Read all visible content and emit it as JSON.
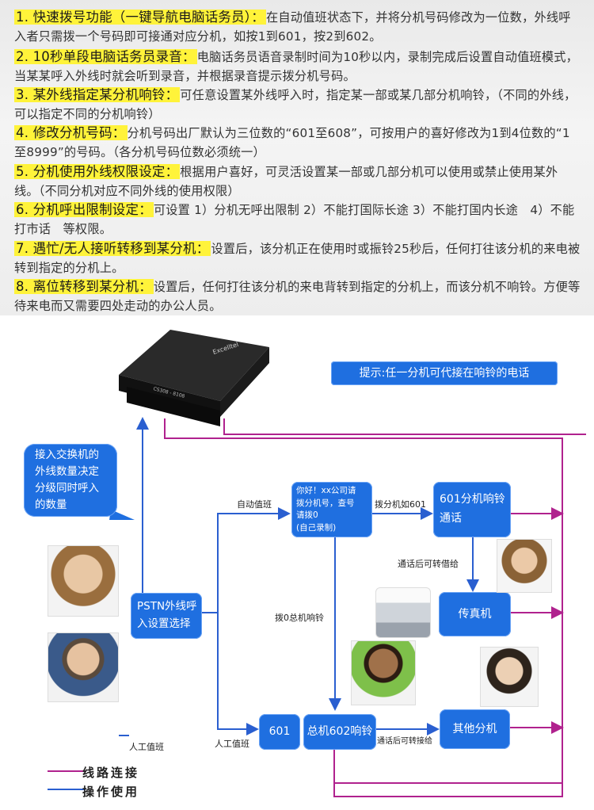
{
  "features": [
    {
      "title": "1. 快速拨号功能（一键导航电脑话务员）：",
      "text": "在自动值班状态下，并将分机号码修改为一位数，外线呼入者只需拨一个号码即可接通对应分机，如按1到601，按2到602。"
    },
    {
      "title": "2. 10秒单段电脑话务员录音：",
      "text": "电脑话务员语音录制时间为10秒以内，录制完成后设置自动值班模式，当某某呼入外线时就会听到录音，并根据录音提示拨分机号码。"
    },
    {
      "title": "3. 某外线指定某分机响铃：",
      "text": "可任意设置某外线呼入时，指定某一部或某几部分机响铃，（不同的外线，可以指定不同的分机响铃）"
    },
    {
      "title": "4. 修改分机号码：",
      "text": "分机号码出厂默认为三位数的“601至608”，可按用户的喜好修改为1到4位数的“1至8999”的号码。（各分机号码位数必须统一）"
    },
    {
      "title": "5. 分机使用外线权限设定：",
      "text": "根据用户喜好，可灵活设置某一部或几部分机可以使用或禁止使用某外线。（不同分机对应不同外线的使用权限）"
    },
    {
      "title": "6. 分机呼出限制设定：",
      "text": "可设置 1）分机无呼出限制 2）不能打国际长途 3）不能打国内长途　4）不能打市话　等权限。"
    },
    {
      "title": "7. 遇忙/无人接听转移到某分机：",
      "text": "设置后，该分机正在使用时或振铃25秒后，任何打往该分机的来电被转到指定的分机上。"
    },
    {
      "title": "8. 离位转移到某分机：",
      "text": "设置后，任何打往该分机的来电背转到指定的分机上，而该分机不响铃。方便等待来电而又需要四处走动的办公人员。"
    }
  ],
  "device": {
    "brand": "Excelltel",
    "model": "CS308",
    "label": "CS308 - 8108"
  },
  "tip": "提示:任一分机可代接在响铃的电话",
  "callout": [
    "接入交换机的",
    "外线数量决定",
    "分级同时呼入",
    "的数量"
  ],
  "boxes": {
    "pstn": [
      "PSTN外线呼",
      "入设置选择"
    ],
    "greeting": [
      "你好！xx公司请",
      "拨分机号，查号",
      "请拨0",
      "(自己录制)"
    ],
    "ext601_ring": [
      "601分机响铃",
      "通话"
    ],
    "fax": "传真机",
    "ext601": "601",
    "main602": "总机602响铃",
    "others": "其他分机"
  },
  "labels": {
    "auto": "自动值班",
    "dial601": "拨分机如601",
    "transfer_fax": "通话后可转借给",
    "dial0": "拨0总机响铃",
    "manual": "人工值班",
    "transfer_main": "通话后可转接给",
    "legend_small": "人工值班"
  },
  "legend": [
    {
      "label": "线路连接",
      "color": "#b0228e"
    },
    {
      "label": "操作使用",
      "color": "#2a5fd0"
    }
  ]
}
